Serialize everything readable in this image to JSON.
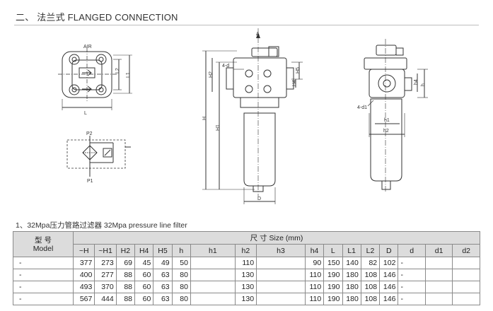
{
  "section_title": "二、 法兰式  FLANGED CONNECTION",
  "caption": "1、32Mpa压力管路过滤器 32Mpa pressure line filter",
  "drawing_labels": {
    "air": "AIR",
    "A": "A",
    "L": "L",
    "L1": "L1",
    "L2": "L2",
    "P1": "P1",
    "P2": "P2",
    "d": "4-d",
    "d1": "4-d1",
    "H": "H",
    "H1": "H1",
    "H2": "H2",
    "H4": "H4",
    "H5": "H5",
    "h": "h",
    "h1": "h1",
    "h2": "h2",
    "h4": "h4",
    "D": "D"
  },
  "table": {
    "model_header": "型  号\nModel",
    "size_header": "尺    寸  Size  (mm)",
    "columns": [
      "~H",
      "~H1",
      "H2",
      "H4",
      "H5",
      "h",
      "h1",
      "h2",
      "h3",
      "h4",
      "L",
      "L1",
      "L2",
      "D",
      "d",
      "d1",
      "d2"
    ],
    "rows": [
      {
        "model": "-",
        "cells": [
          "377",
          "273",
          "69",
          "45",
          "49",
          "50",
          "",
          "110",
          "",
          "90",
          "150",
          "140",
          "82",
          "102",
          "-",
          "",
          ""
        ]
      },
      {
        "model": "-",
        "cells": [
          "400",
          "277",
          "88",
          "60",
          "63",
          "80",
          "",
          "130",
          "",
          "110",
          "190",
          "180",
          "108",
          "146",
          "-",
          "",
          ""
        ]
      },
      {
        "model": "-",
        "cells": [
          "493",
          "370",
          "88",
          "60",
          "63",
          "80",
          "",
          "130",
          "",
          "110",
          "190",
          "180",
          "108",
          "146",
          "-",
          "",
          ""
        ]
      },
      {
        "model": "-",
        "cells": [
          "567",
          "444",
          "88",
          "60",
          "63",
          "80",
          "",
          "130",
          "",
          "110",
          "190",
          "180",
          "108",
          "146",
          "-",
          "",
          ""
        ]
      }
    ]
  }
}
